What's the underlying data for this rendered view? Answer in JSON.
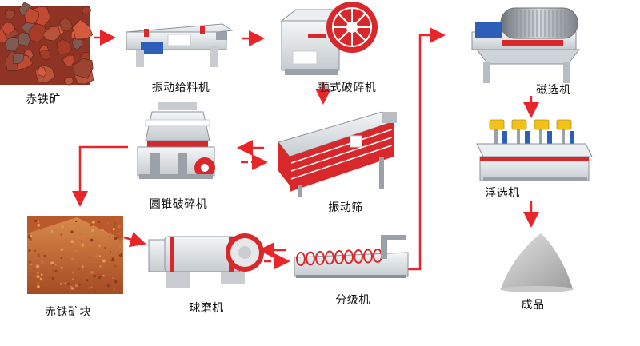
{
  "diagram": {
    "nodes": [
      {
        "id": "hematite",
        "label": "赤铁矿",
        "kind": "ore-photo"
      },
      {
        "id": "vib_feeder",
        "label": "振动给料机",
        "kind": "feeder"
      },
      {
        "id": "jaw_crusher",
        "label": "颚式破碎机",
        "kind": "jaw"
      },
      {
        "id": "magnetic_sep",
        "label": "磁选机",
        "kind": "magnetic"
      },
      {
        "id": "cone_crusher",
        "label": "圆锥破碎机",
        "kind": "cone"
      },
      {
        "id": "vib_screen",
        "label": "振动筛",
        "kind": "screen"
      },
      {
        "id": "flotation",
        "label": "浮选机",
        "kind": "flotation"
      },
      {
        "id": "hematite_lump",
        "label": "赤铁矿块",
        "kind": "ore-pile"
      },
      {
        "id": "ball_mill",
        "label": "球磨机",
        "kind": "mill"
      },
      {
        "id": "classifier",
        "label": "分级机",
        "kind": "classifier"
      },
      {
        "id": "product",
        "label": "成品",
        "kind": "product-pile"
      }
    ],
    "edges": [
      {
        "from": "hematite",
        "to": "vib_feeder",
        "style": "solid"
      },
      {
        "from": "vib_feeder",
        "to": "jaw_crusher",
        "style": "solid"
      },
      {
        "from": "jaw_crusher",
        "to": "vib_screen",
        "style": "solid"
      },
      {
        "from": "vib_screen",
        "to": "cone_crusher",
        "style": "solid"
      },
      {
        "from": "cone_crusher",
        "to": "vib_screen",
        "style": "dashed"
      },
      {
        "from": "cone_crusher",
        "to": "hematite_lump",
        "style": "solid"
      },
      {
        "from": "hematite_lump",
        "to": "ball_mill",
        "style": "solid"
      },
      {
        "from": "ball_mill",
        "to": "classifier",
        "style": "solid"
      },
      {
        "from": "classifier",
        "to": "ball_mill",
        "style": "dashed"
      },
      {
        "from": "classifier",
        "to": "magnetic_sep",
        "style": "solid"
      },
      {
        "from": "magnetic_sep",
        "to": "flotation",
        "style": "solid"
      },
      {
        "from": "flotation",
        "to": "product",
        "style": "solid"
      }
    ]
  },
  "colors": {
    "arrow": "#e8262a",
    "machine_red": "#d8282b",
    "steel": "#dfe3e6",
    "steel_dark": "#9aa1a8",
    "ore": "#b8452d",
    "ore_pile": "#c4682f",
    "product": "#bdbdbd",
    "motor_blue": "#2d5fb8",
    "flot_yellow": "#f2c21a"
  }
}
